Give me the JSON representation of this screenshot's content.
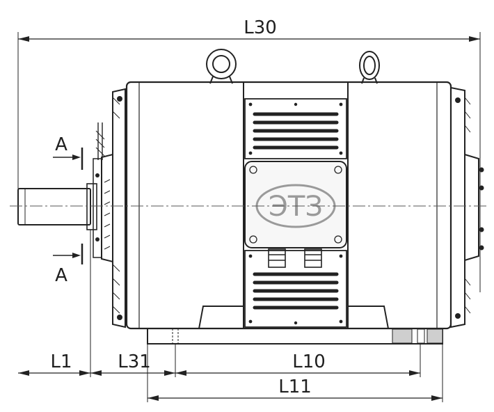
{
  "dimensions": {
    "overall_length": "L30",
    "shaft_length": "L1",
    "shaft_to_foot": "L31",
    "foot_hole_spacing": "L10",
    "foot_length": "L11"
  },
  "section": {
    "top_mark": "A",
    "bottom_mark": "A"
  },
  "logo": {
    "text": "ЭТЗ"
  }
}
